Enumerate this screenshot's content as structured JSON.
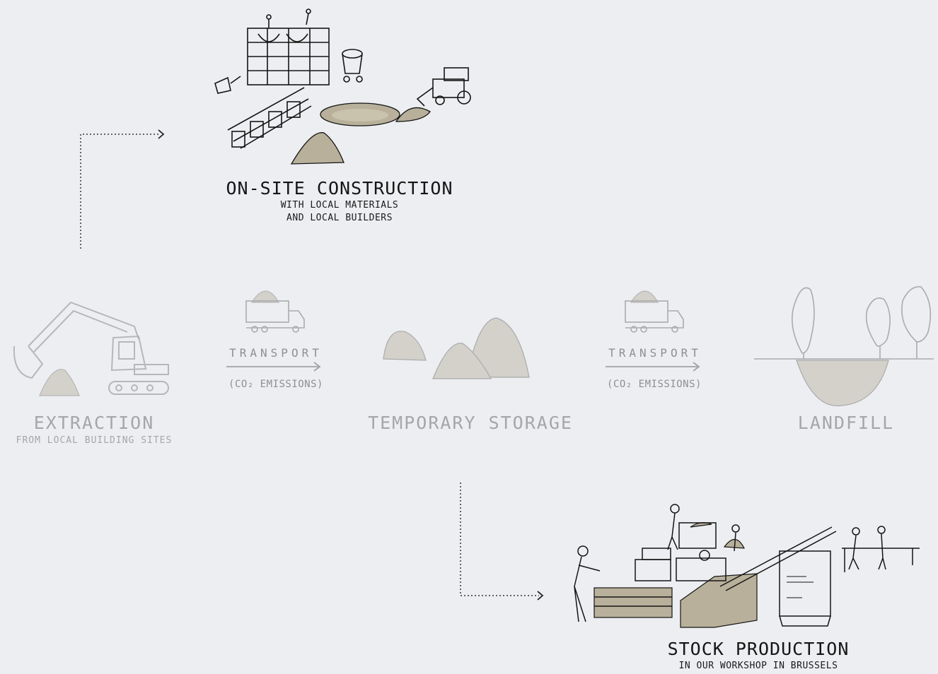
{
  "nodes": {
    "onsite": {
      "title": "ON-SITE CONSTRUCTION",
      "sub1": "WITH LOCAL MATERIALS",
      "sub2": "AND LOCAL BUILDERS"
    },
    "extraction": {
      "title": "EXTRACTION",
      "sub": "FROM LOCAL BUILDING SITES"
    },
    "storage": {
      "title": "TEMPORARY STORAGE"
    },
    "landfill": {
      "title": "LANDFILL"
    },
    "stock": {
      "title": "STOCK PRODUCTION",
      "sub": "IN OUR WORKSHOP IN BRUSSELS"
    }
  },
  "transports": [
    {
      "label": "TRANSPORT",
      "emissions": "(CO₂ EMISSIONS)"
    },
    {
      "label": "TRANSPORT",
      "emissions": "(CO₂ EMISSIONS)"
    }
  ],
  "colors": {
    "background": "#eceef1",
    "earth": "#b8b09a",
    "grey_ink": "#a4a6a8",
    "dark_ink": "#151515"
  }
}
